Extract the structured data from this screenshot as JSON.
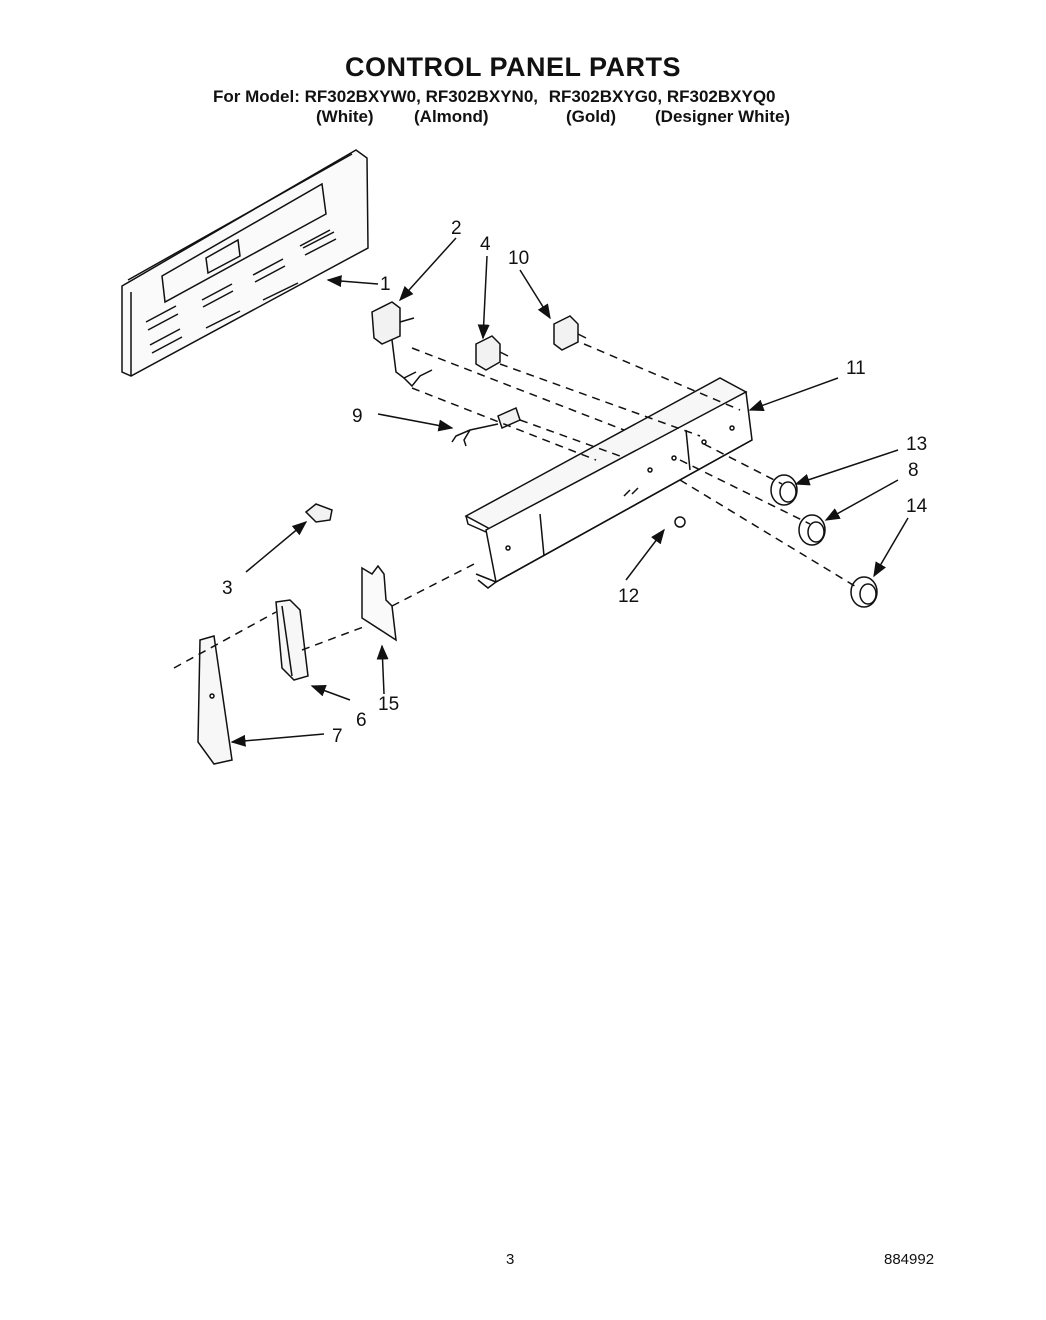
{
  "header": {
    "title": "CONTROL PANEL PARTS",
    "model_prefix": "For Model:",
    "models": [
      "RF302BXYW0,",
      "RF302BXYN0,",
      "RF302BXYG0,",
      "RF302BXYQ0"
    ],
    "colors": [
      "(White)",
      "(Almond)",
      "(Gold)",
      "(Designer White)"
    ]
  },
  "callouts": [
    "1",
    "2",
    "3",
    "4",
    "6",
    "7",
    "8",
    "9",
    "10",
    "11",
    "12",
    "13",
    "14",
    "15"
  ],
  "footer": {
    "page_number": "3",
    "document_number": "884992"
  }
}
